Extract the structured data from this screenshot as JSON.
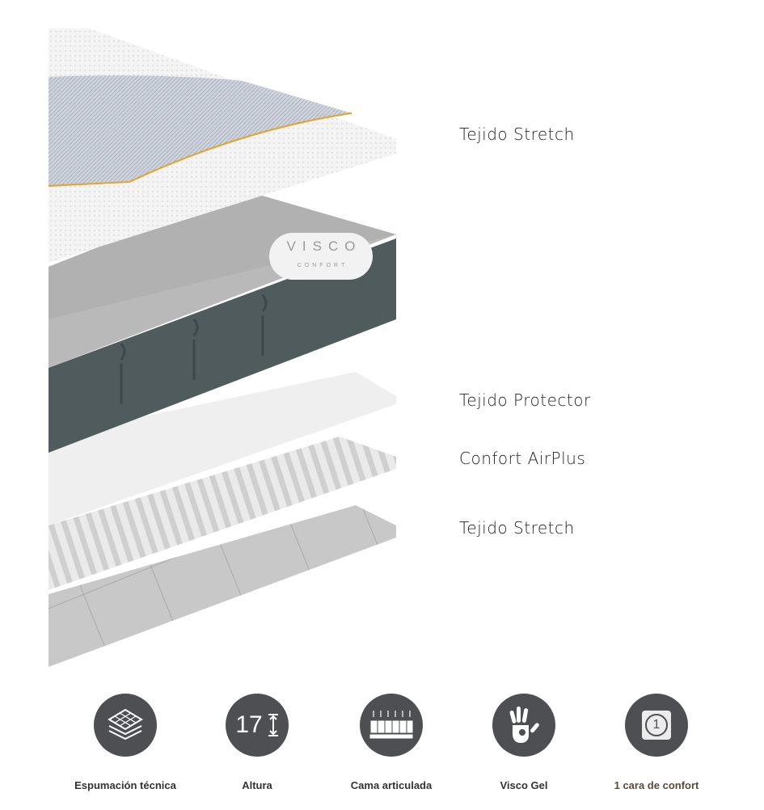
{
  "layers": [
    {
      "label": "Tejido Stretch"
    },
    {
      "label": "Tejido Protector"
    },
    {
      "label": "Confort AirPlus"
    },
    {
      "label": "Tejido Stretch"
    }
  ],
  "logo": {
    "title": "VISCO",
    "subtitle": "CONFORT"
  },
  "features": [
    {
      "label": "Espumación técnica",
      "icon": "layers-icon"
    },
    {
      "label": "Altura",
      "icon": "height-icon",
      "value": "17"
    },
    {
      "label": "Cama articulada",
      "icon": "articulated-bed-icon"
    },
    {
      "label": "Visco Gel",
      "icon": "hand-print-icon"
    },
    {
      "label": "1 cara de confort",
      "icon": "one-side-icon",
      "value": "1"
    }
  ],
  "colors": {
    "icon_bg": "#4d4f52",
    "foam_dark": "#4f5b5d",
    "accent_stripe": "#e0a530",
    "last_label": "#5a4a3a"
  }
}
